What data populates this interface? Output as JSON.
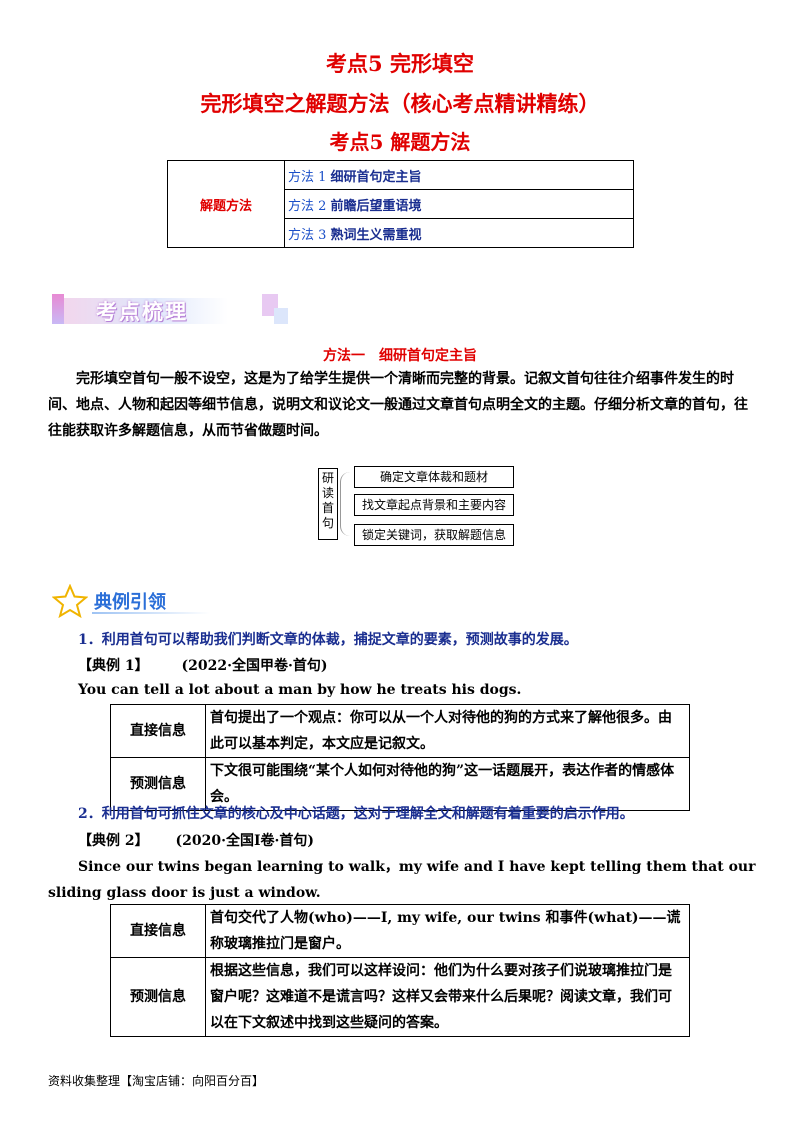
{
  "titles": {
    "line1": "考点5 完形填空",
    "line2": "完形填空之解题方法（核心考点精讲精练）",
    "line3": "考点5 解题方法"
  },
  "methods_table": {
    "label": "解题方法",
    "rows": [
      {
        "prefix": "方法 1 ",
        "text": "细研首句定主旨"
      },
      {
        "prefix": "方法 2 ",
        "text": "前瞻后望重语境"
      },
      {
        "prefix": "方法 3 ",
        "text": "熟词生义需重视"
      }
    ]
  },
  "section_banner": "考点梳理",
  "method1": {
    "heading": "方法一　细研首句定主旨",
    "paragraph": "完形填空首句一般不设空，这是为了给学生提供一个清晰而完整的背景。记叙文首句往往介绍事件发生的时间、地点、人物和起因等细节信息，说明文和议论文一般通过文章首句点明全文的主题。仔细分析文章的首句，往往能获取许多解题信息，从而节省做题时间。"
  },
  "diagram": {
    "left_label": "研读首句",
    "items": [
      "确定文章体裁和题材",
      "找文章起点背景和主要内容",
      "锁定关键词，获取解题信息"
    ]
  },
  "example_banner": "典例引领",
  "point1": "1．利用首句可以帮助我们判断文章的体裁，捕捉文章的要素，预测故事的发展。",
  "example1": {
    "tag": "【典例 1】",
    "source": "(2022·全国甲卷·首句)",
    "sentence": "You can tell a lot about a man by how he treats his dogs.",
    "rows": [
      {
        "key": "直接信息",
        "value": "首句提出了一个观点：你可以从一个人对待他的狗的方式来了解他很多。由此可以基本判定，本文应是记叙文。"
      },
      {
        "key": "预测信息",
        "value": "下文很可能围绕“某个人如何对待他的狗”这一话题展开，表达作者的情感体会。"
      }
    ]
  },
  "point2": "2．利用首句可抓住文章的核心及中心话题，这对于理解全文和解题有着重要的启示作用。",
  "example2": {
    "tag": "【典例 2】",
    "source": "(2020·全国Ⅰ卷·首句)",
    "sentence": "Since our twins began learning to walk，my wife and I have kept telling them that our sliding glass door is just a window.",
    "rows": [
      {
        "key": "直接信息",
        "value": "首句交代了人物(who)——I, my wife, our twins 和事件(what)——谎称玻璃推拉门是窗户。"
      },
      {
        "key": "预测信息",
        "value": "根据这些信息，我们可以这样设问：他们为什么要对孩子们说玻璃推拉门是窗户呢？这难道不是谎言吗？这样又会带来什么后果呢？阅读文章，我们可以在下文叙述中找到这些疑问的答案。"
      }
    ]
  },
  "footer": "资料收集整理【淘宝店铺：向阳百分百】",
  "colors": {
    "title_red": "#e00000",
    "point_blue": "#1a2e90",
    "example_blue": "#2b6fd8"
  }
}
